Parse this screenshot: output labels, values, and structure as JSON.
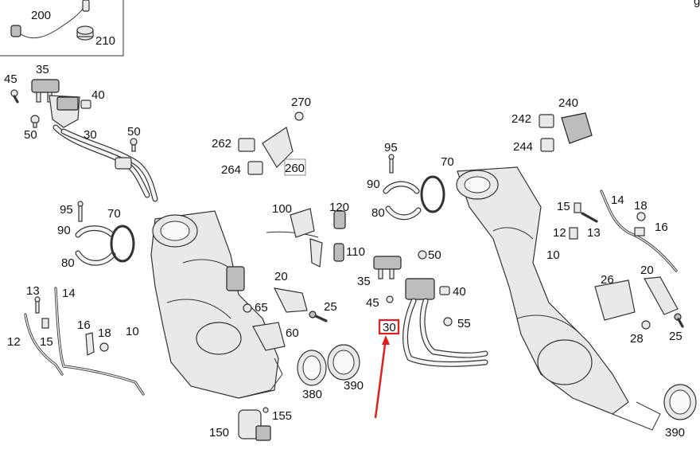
{
  "corner_mark": "g",
  "highlight_color": "#e02020",
  "labels": {
    "l200": "200",
    "l210": "210",
    "l35a": "35",
    "l45a": "45",
    "l40a": "40",
    "l50a": "50",
    "l30a": "30",
    "l50b": "50",
    "l95a": "95",
    "l70a": "70",
    "l90a": "90",
    "l80a": "80",
    "l13a": "13",
    "l14a": "14",
    "l12a": "12",
    "l15a": "15",
    "l16a": "16",
    "l18a": "18",
    "l10a": "10",
    "l270": "270",
    "l262": "262",
    "l264": "264",
    "l260": "260",
    "l100": "100",
    "l120": "120",
    "l110": "110",
    "l20a": "20",
    "l65": "65",
    "l25a": "25",
    "l60": "60",
    "l380": "380",
    "l390a": "390",
    "l150": "150",
    "l155": "155",
    "l95b": "95",
    "l70b": "70",
    "l90b": "90",
    "l80b": "80",
    "l35b": "35",
    "l50c": "50",
    "l45b": "45",
    "l40b": "40",
    "l55": "55",
    "l30b": "30",
    "l240": "240",
    "l242": "242",
    "l244": "244",
    "l15b": "15",
    "l14b": "14",
    "l18b": "18",
    "l12b": "12",
    "l13b": "13",
    "l16b": "16",
    "l10b": "10",
    "l20b": "20",
    "l26": "26",
    "l28": "28",
    "l25b": "25",
    "l390b": "390"
  }
}
